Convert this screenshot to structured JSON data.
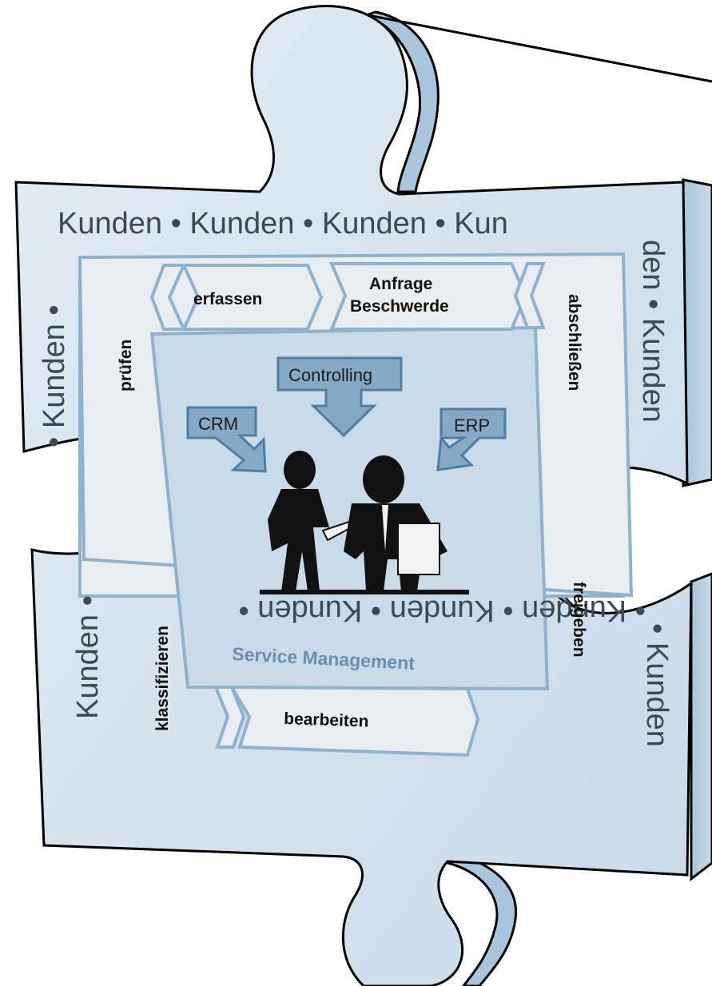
{
  "outer_ring": {
    "top": "Kunden • Kunden • Kunden • Kun",
    "right": "den • Kunden",
    "left": "• Kunden •",
    "bottom": "• Kunden • Kunden • Kunden •",
    "left_lower": "Kunden •",
    "right_lower": "• Kunden"
  },
  "process_steps": {
    "erfassen": "erfassen",
    "anfrage_line1": "Anfrage",
    "anfrage_line2": "Beschwerde",
    "abschliessen": "abschließen",
    "pruefen": "prüfen",
    "klassifizieren": "klassifizieren",
    "bearbeiten": "bearbeiten",
    "freigeben": "freigeben"
  },
  "systems": {
    "controlling": "Controlling",
    "crm": "CRM",
    "erp": "ERP"
  },
  "center": {
    "title": "Service Management"
  },
  "colors": {
    "piece_fill": "#d5e3ee",
    "piece_edge": "#b3ccdf",
    "inner_fill": "#c8d9e7",
    "band_fill": "#e8eef2",
    "frame_blue": "#8fb2cd",
    "arrow_fill": "#86a9c6",
    "arrow_stroke": "#4f7da3",
    "title_color": "#6d8fae"
  }
}
